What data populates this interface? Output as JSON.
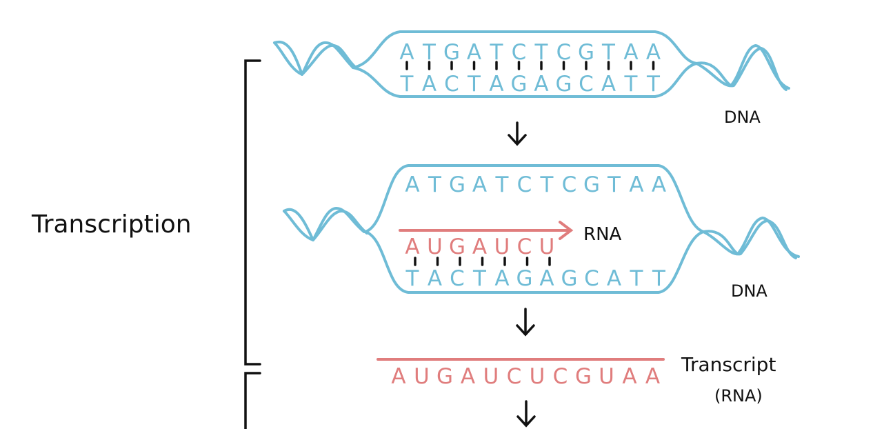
{
  "labels": {
    "transcription": "Transcription",
    "dna_top": "DNA",
    "rna_arrow": "RNA",
    "dna_middle": "DNA",
    "transcript_line1": "Transcript",
    "transcript_line2": "(RNA)"
  },
  "sequences": {
    "top_coding": "ATGATCTCGTAA",
    "top_template": "TACTAGAGCATT",
    "mid_coding": "ATGATCTCGTAA",
    "mid_rna": "AUGAUCU",
    "mid_template": "TACTAGAGCATT",
    "transcript": "AUGAUCUCGUAA"
  },
  "colors": {
    "dna": "#6fbcd6",
    "rna": "#e07d7d",
    "ink": "#111111"
  }
}
